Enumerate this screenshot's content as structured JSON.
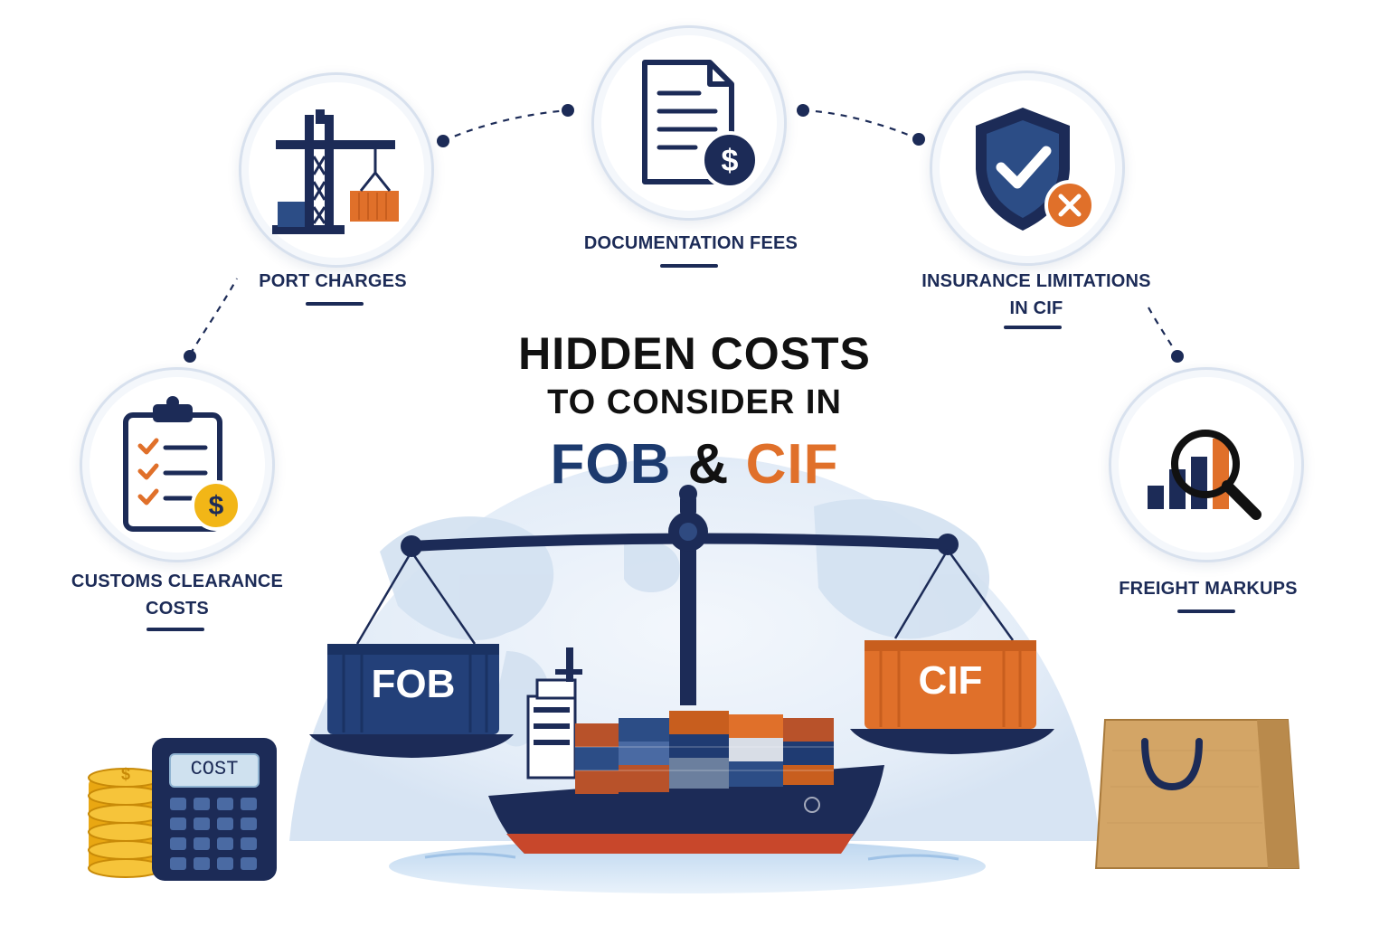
{
  "title": {
    "line1": "HIDDEN COSTS",
    "line2": "TO CONSIDER IN",
    "fob": "FOB",
    "amp": "&",
    "cif": "CIF"
  },
  "nodes": [
    {
      "id": "customs",
      "label_line1": "CUSTOMS CLEARANCE",
      "label_line2": "COSTS",
      "icon": "clipboard-checklist-icon"
    },
    {
      "id": "port",
      "label_line1": "PORT CHARGES",
      "label_line2": "",
      "icon": "port-crane-icon"
    },
    {
      "id": "documentation",
      "label_line1": "DOCUMENTATION FEES",
      "label_line2": "",
      "icon": "document-dollar-icon"
    },
    {
      "id": "insurance",
      "label_line1": "INSURANCE LIMITATIONS",
      "label_line2": "IN CIF",
      "icon": "shield-check-icon"
    },
    {
      "id": "freight",
      "label_line1": "FREIGHT MARKUPS",
      "label_line2": "",
      "icon": "bar-chart-magnifier-icon"
    }
  ],
  "scale": {
    "left_container": "FOB",
    "right_container": "CIF"
  },
  "calculator_display": "COST",
  "colors": {
    "navy": "#1c2b57",
    "orange": "#e0702a",
    "gold": "#f2b617",
    "light_blue": "#e8f0f9"
  }
}
